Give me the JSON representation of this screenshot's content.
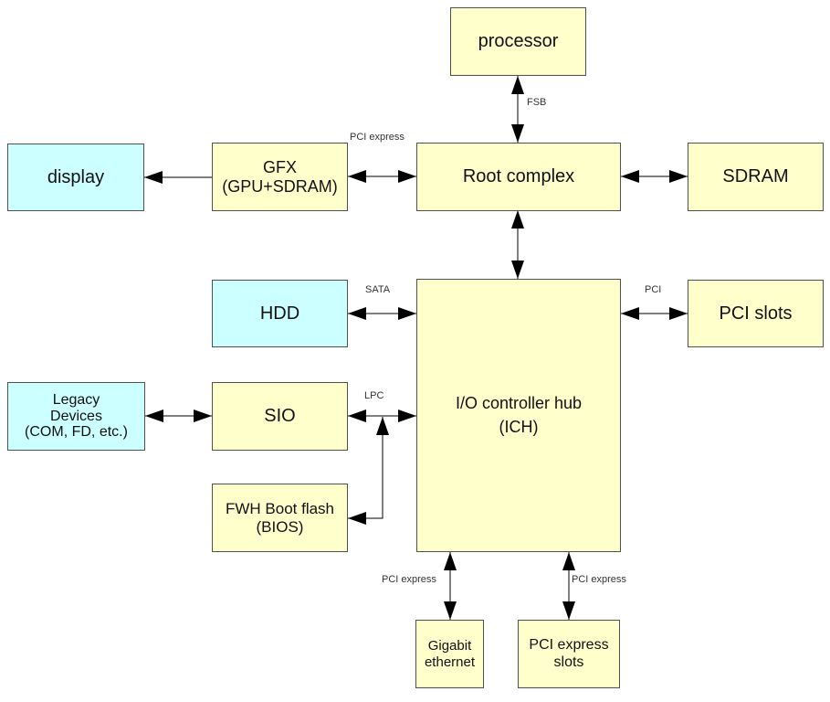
{
  "colors": {
    "component_fill": "#ffffcc",
    "peripheral_fill": "#ccffff",
    "border": "#505050",
    "line": "#000000"
  },
  "nodes": {
    "processor": "processor",
    "display": "display",
    "gfx": "GFX\n(GPU+SDRAM)",
    "root_complex": "Root complex",
    "sdram": "SDRAM",
    "hdd": "HDD",
    "ich": "I/O controller hub\n(ICH)",
    "pci_slots": "PCI slots",
    "legacy": "Legacy\nDevices\n(COM, FD, etc.)",
    "sio": "SIO",
    "fwh": "FWH Boot flash\n(BIOS)",
    "gigabit": "Gigabit\nethernet",
    "pcie_slots": "PCI express\nslots"
  },
  "links": {
    "fsb": "FSB",
    "gfx_pcie": "PCI express",
    "sata": "SATA",
    "pci": "PCI",
    "lpc": "LPC",
    "eth_pcie": "PCI express",
    "slots_pcie": "PCI express"
  },
  "connections": [
    {
      "from": "processor",
      "to": "root_complex",
      "label": "FSB",
      "direction": "bidirectional"
    },
    {
      "from": "gfx",
      "to": "display",
      "label": "",
      "direction": "to-display"
    },
    {
      "from": "gfx",
      "to": "root_complex",
      "label": "PCI express",
      "direction": "bidirectional"
    },
    {
      "from": "root_complex",
      "to": "sdram",
      "label": "",
      "direction": "bidirectional"
    },
    {
      "from": "root_complex",
      "to": "ich",
      "label": "",
      "direction": "bidirectional"
    },
    {
      "from": "hdd",
      "to": "ich",
      "label": "SATA",
      "direction": "bidirectional"
    },
    {
      "from": "ich",
      "to": "pci_slots",
      "label": "PCI",
      "direction": "bidirectional"
    },
    {
      "from": "legacy",
      "to": "sio",
      "label": "",
      "direction": "bidirectional"
    },
    {
      "from": "sio",
      "to": "ich",
      "label": "LPC",
      "direction": "bidirectional"
    },
    {
      "from": "fwh",
      "to": "lpc_bus",
      "label": "LPC",
      "direction": "bidirectional"
    },
    {
      "from": "ich",
      "to": "gigabit",
      "label": "PCI express",
      "direction": "bidirectional"
    },
    {
      "from": "ich",
      "to": "pcie_slots",
      "label": "PCI express",
      "direction": "bidirectional"
    }
  ]
}
